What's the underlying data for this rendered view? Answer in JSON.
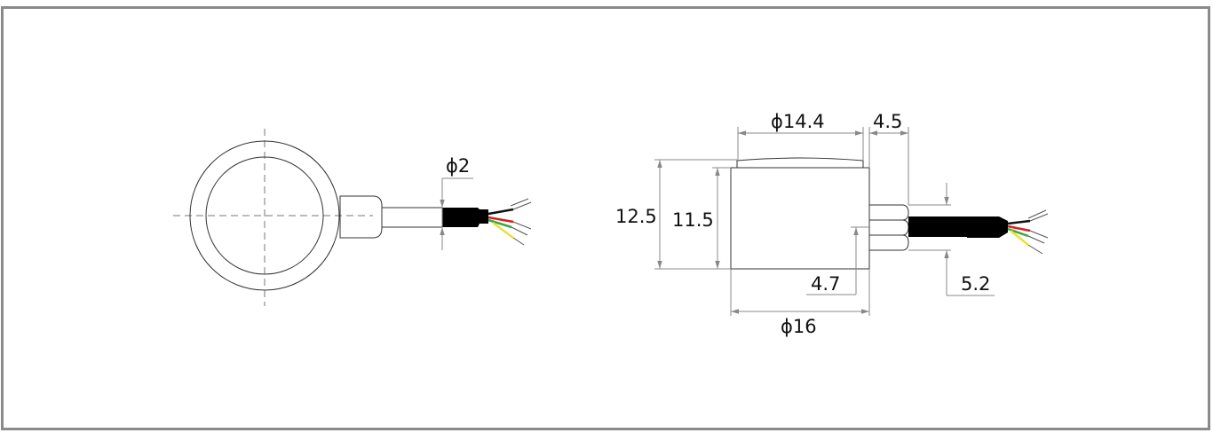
{
  "front_view": {
    "cable_diameter_label": "ϕ2"
  },
  "side_view": {
    "top_diameter_label": "ϕ14.4",
    "connector_length_label": "4.5",
    "total_height_label": "12.5",
    "body_height_label": "11.5",
    "connector_offset_label": "4.7",
    "connector_height_label": "5.2",
    "body_diameter_label": "ϕ16"
  },
  "colors": {
    "frame": "#8a8a8a",
    "cable": "#000000",
    "wire_red": "#d42020",
    "wire_green": "#3aa83a",
    "wire_yellow": "#e8e040",
    "dimension": "#888888"
  }
}
